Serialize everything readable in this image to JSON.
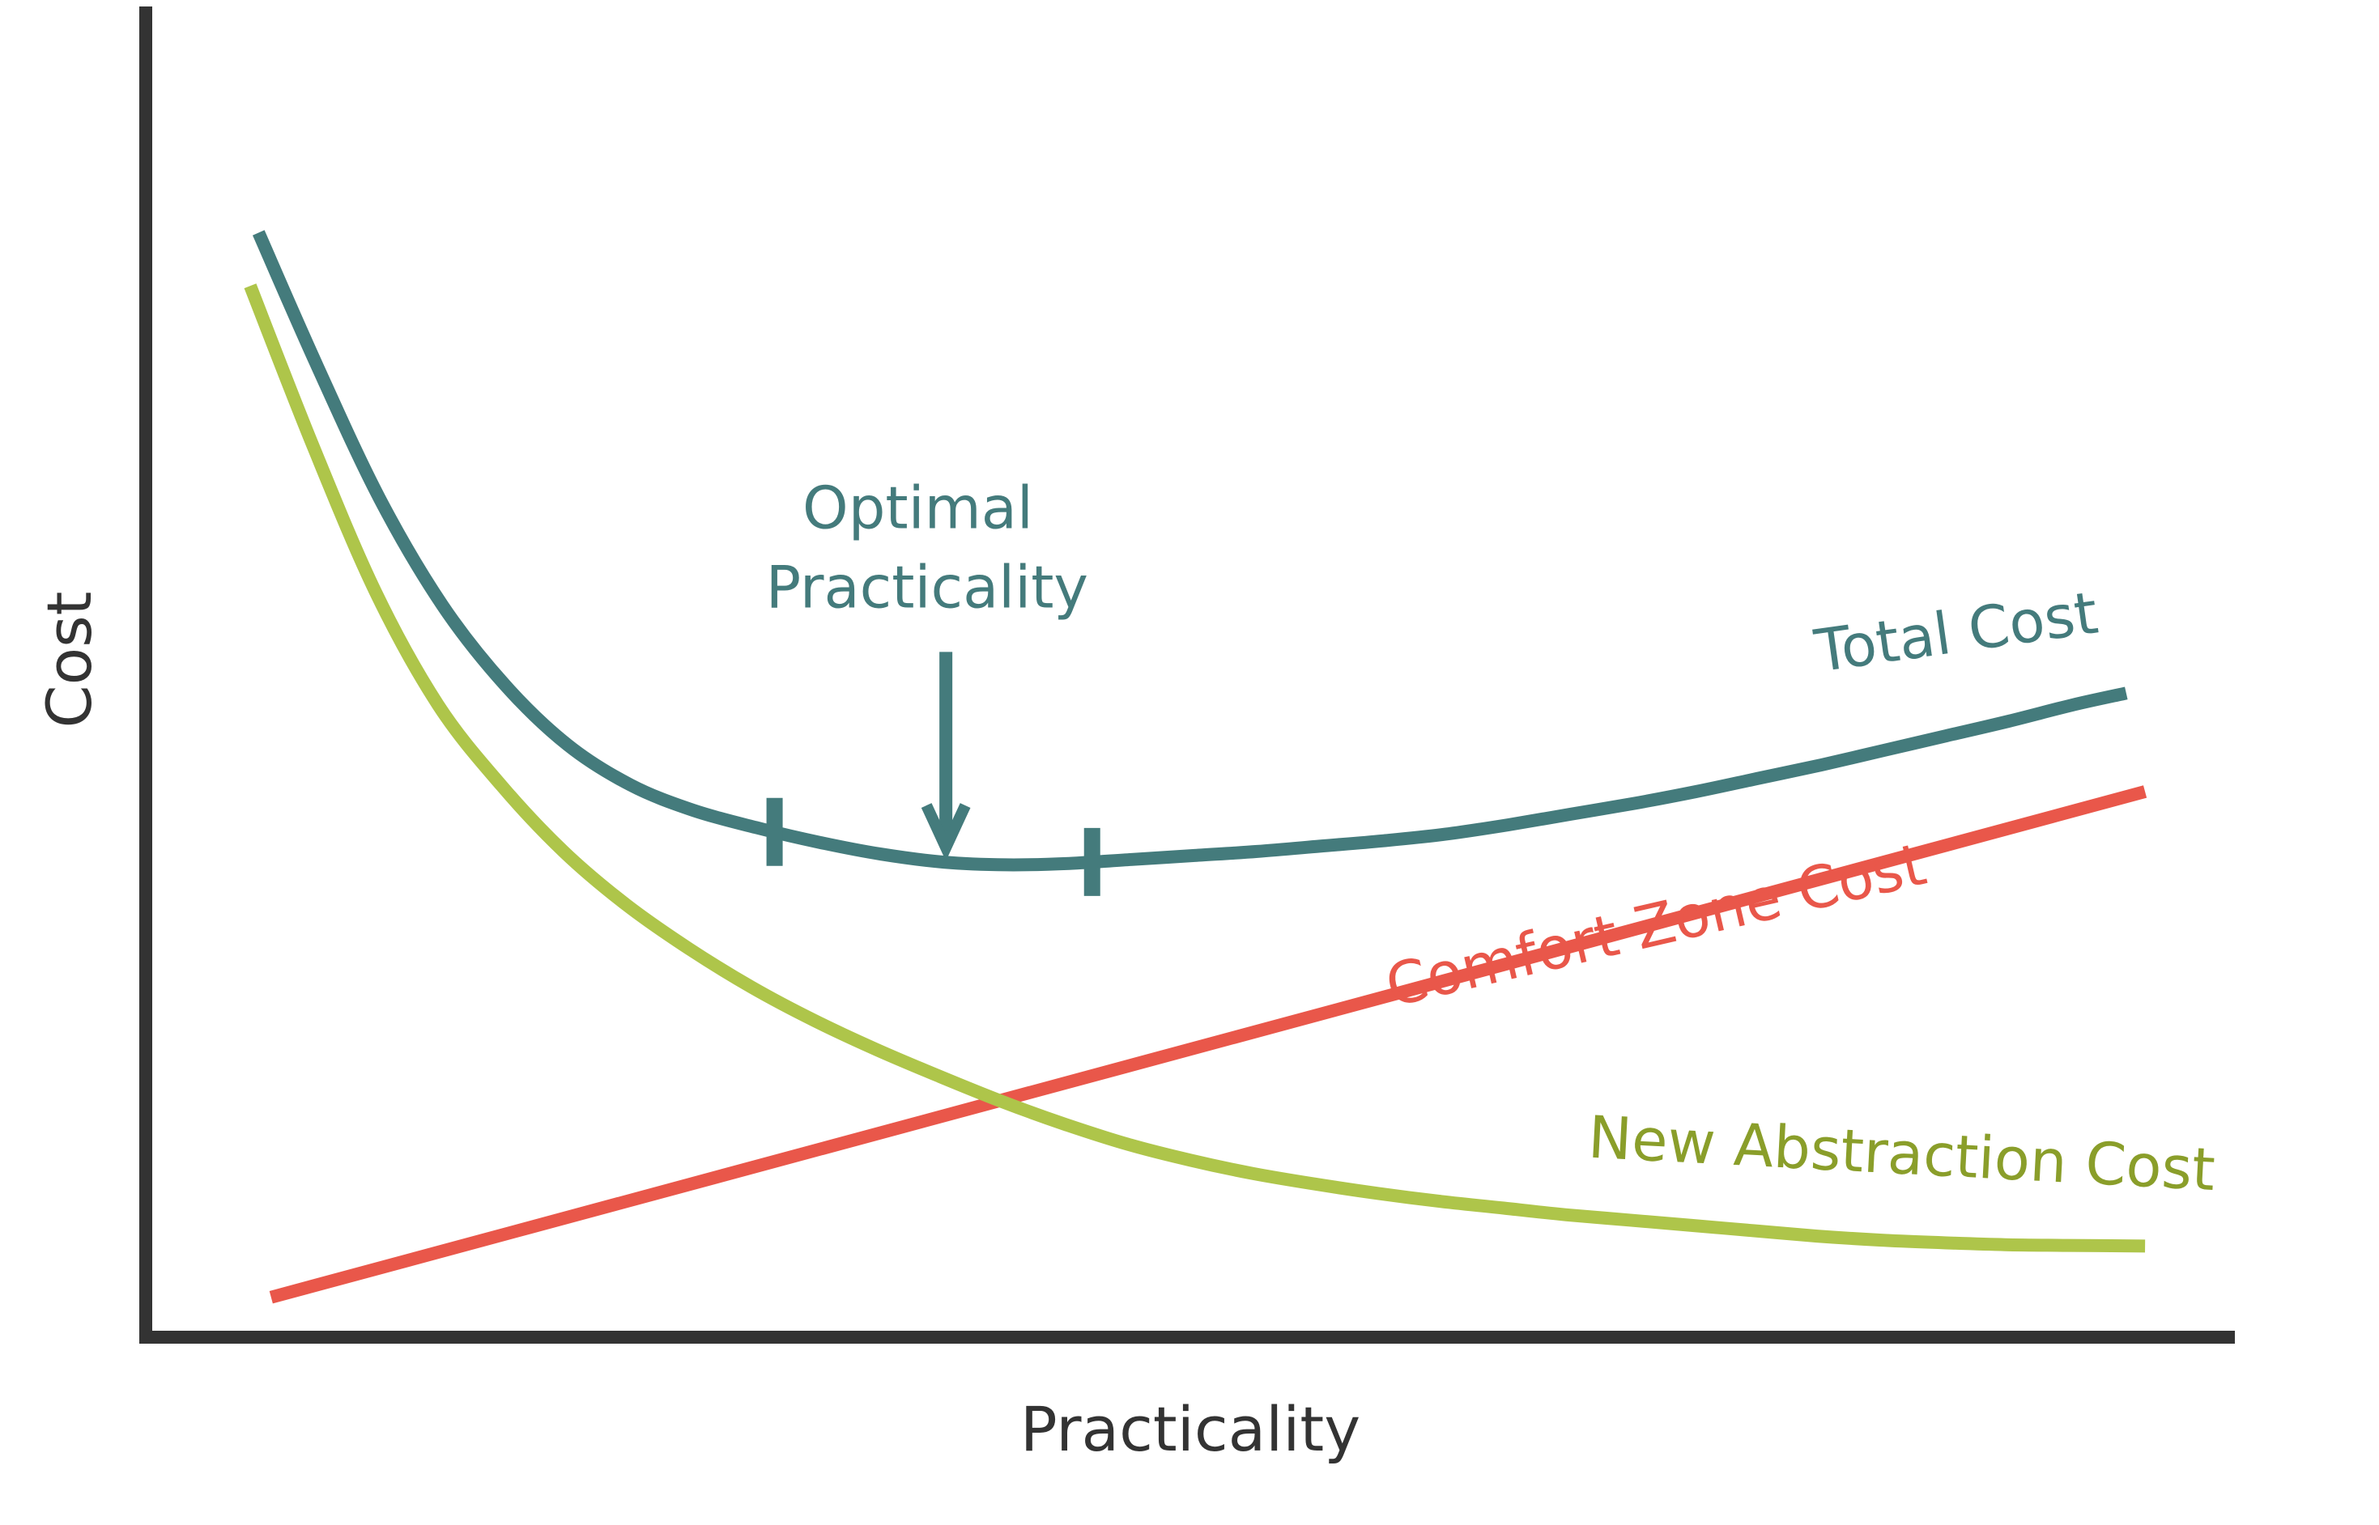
{
  "chart_data": {
    "type": "line",
    "title": "",
    "xlabel": "Practicality",
    "ylabel": "Cost",
    "xlim": [
      0,
      100
    ],
    "ylim": [
      0,
      100
    ],
    "grid": false,
    "legend": "none",
    "ticks": false,
    "series": [
      {
        "name": "Total Cost",
        "color": "#447b7c",
        "points": [
          [
            5.4,
            83
          ],
          [
            8.2,
            73
          ],
          [
            11.2,
            63
          ],
          [
            14.2,
            55
          ],
          [
            17.2,
            49
          ],
          [
            20.2,
            44.5
          ],
          [
            23.2,
            41.5
          ],
          [
            26.2,
            39.6
          ],
          [
            29.2,
            38.3
          ],
          [
            32.2,
            37.2
          ],
          [
            35.2,
            36.3
          ],
          [
            38.2,
            35.7
          ],
          [
            41.2,
            35.5
          ],
          [
            44.2,
            35.6
          ],
          [
            47.2,
            35.9
          ],
          [
            50.2,
            36.2
          ],
          [
            53.2,
            36.5
          ],
          [
            56.2,
            36.9
          ],
          [
            59.2,
            37.3
          ],
          [
            62.2,
            37.8
          ],
          [
            65.2,
            38.5
          ],
          [
            68.2,
            39.3
          ],
          [
            71.2,
            40.1
          ],
          [
            74.2,
            41
          ],
          [
            77.2,
            42
          ],
          [
            80.2,
            43
          ],
          [
            83.2,
            44.1
          ],
          [
            86.2,
            45.2
          ],
          [
            89.2,
            46.3
          ],
          [
            92.2,
            47.5
          ],
          [
            94.8,
            48.4
          ]
        ]
      },
      {
        "name": "Comfort Zone Cost",
        "color": "#e9574a",
        "points": [
          [
            6,
            3
          ],
          [
            95.7,
            41
          ]
        ]
      },
      {
        "name": "New Abstraction Cost",
        "color": "#aec54a",
        "points": [
          [
            5,
            79
          ],
          [
            8,
            67
          ],
          [
            11,
            56
          ],
          [
            14,
            47.5
          ],
          [
            17,
            41.5
          ],
          [
            20,
            36.5
          ],
          [
            23,
            32.5
          ],
          [
            26,
            29.2
          ],
          [
            29,
            26.3
          ],
          [
            32,
            23.8
          ],
          [
            35,
            21.6
          ],
          [
            38,
            19.6
          ],
          [
            41,
            17.7
          ],
          [
            44,
            16
          ],
          [
            47,
            14.5
          ],
          [
            50,
            13.3
          ],
          [
            53,
            12.3
          ],
          [
            56,
            11.5
          ],
          [
            59,
            10.8
          ],
          [
            62,
            10.2
          ],
          [
            65,
            9.7
          ],
          [
            68,
            9.2
          ],
          [
            71,
            8.8
          ],
          [
            74,
            8.4
          ],
          [
            77,
            8
          ],
          [
            80,
            7.6
          ],
          [
            83,
            7.3
          ],
          [
            86,
            7.1
          ],
          [
            89,
            6.95
          ],
          [
            92,
            6.9
          ],
          [
            95.7,
            6.85
          ]
        ]
      }
    ],
    "labels": [
      {
        "text": "Total Cost",
        "series": 0,
        "at": [
          86.8,
          51.5
        ],
        "angle": -8
      },
      {
        "text": "Comfort Zone Cost",
        "series": 1,
        "at": [
          72.5,
          29.5
        ],
        "angle": -13
      },
      {
        "text": "New Abstraction Cost",
        "series": 2,
        "at": [
          84,
          12.3
        ],
        "angle": 3
      }
    ],
    "annotation": {
      "lines": [
        "Optimal",
        "Practicality"
      ],
      "color": "#447b7c",
      "arrow_from": [
        38.3,
        51.5
      ],
      "arrow_to": [
        38.3,
        36.8
      ],
      "text_at": [
        37.4,
        60.8
      ]
    },
    "range_markers": [
      30.1,
      45.3
    ],
    "axis_color": "#333333"
  }
}
